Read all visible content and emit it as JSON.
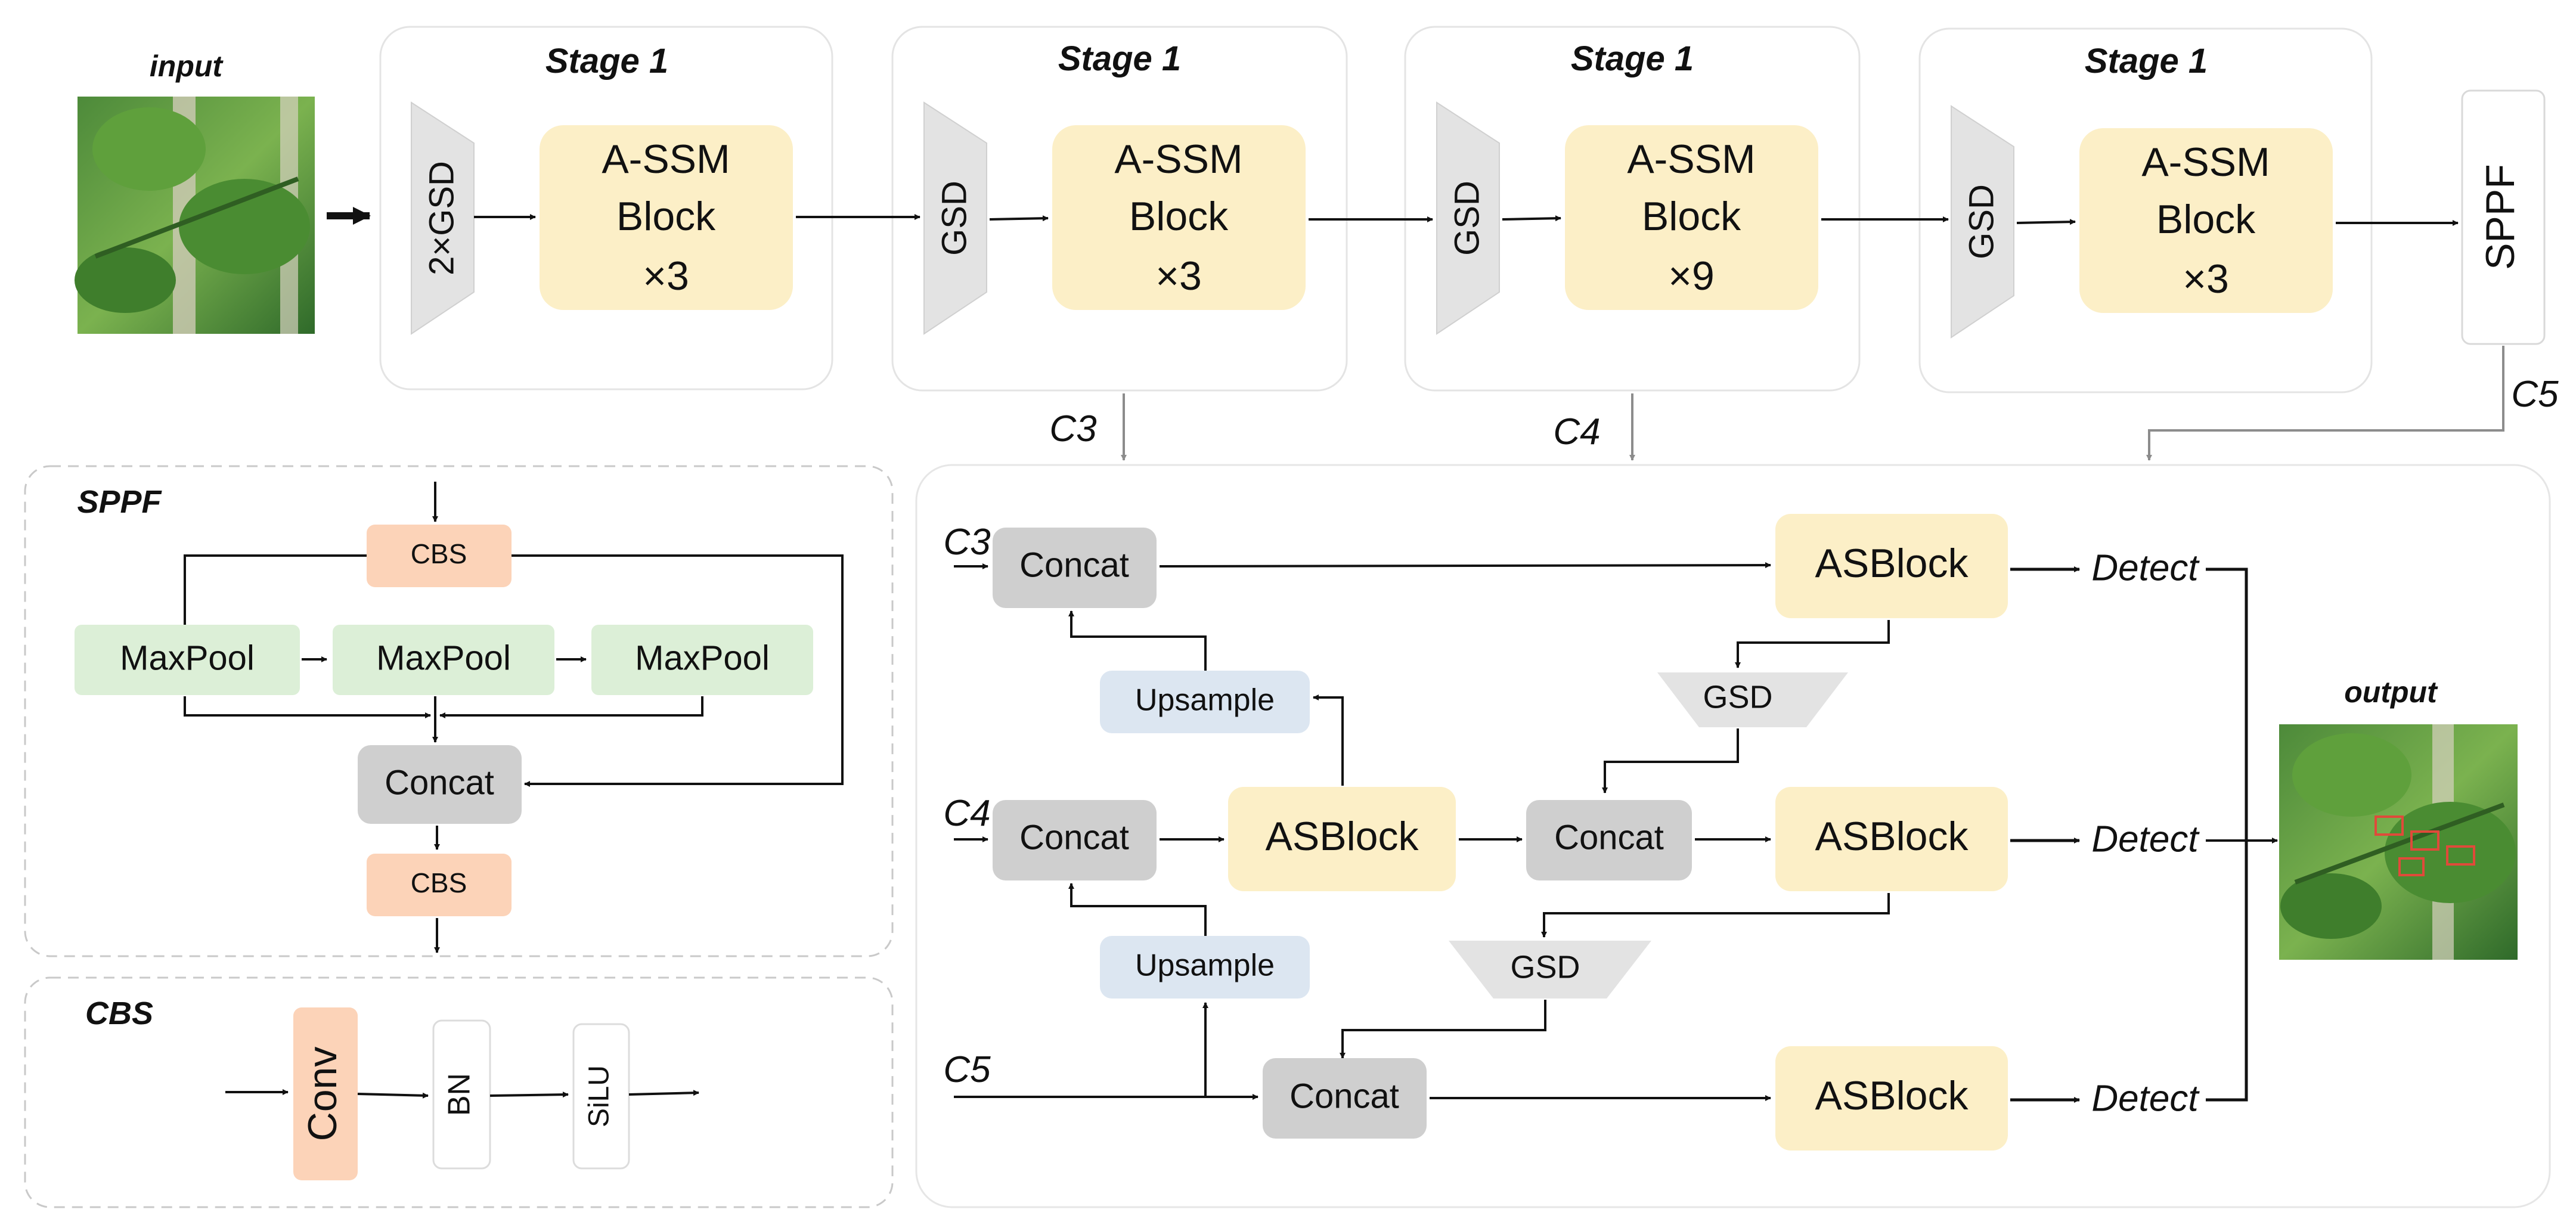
{
  "labels": {
    "input": "input",
    "output": "output",
    "stage_titles": [
      "Stage 1",
      "Stage 1",
      "Stage 1",
      "Stage 1"
    ],
    "downsample_first": "2×GSD",
    "downsample": "GSD",
    "assm_line1": "A-SSM",
    "assm_line2": "Block",
    "assm_repeats": [
      "×3",
      "×3",
      "×9",
      "×3"
    ],
    "sppf": "SPPF",
    "c3": "C3",
    "c4": "C4",
    "c5": "C5",
    "concat": "Concat",
    "asblock": "ASBlock",
    "upsample": "Upsample",
    "gsd": "GSD",
    "detect": "Detect",
    "sppf_title": "SPPF",
    "cbs_title": "CBS",
    "cbs": "CBS",
    "maxpool": "MaxPool",
    "conv": "Conv",
    "bn": "BN",
    "silu": "SiLU"
  },
  "colors": {
    "yellow_block": "#fcefc7",
    "orange_block": "#fcd3b8",
    "green_block": "#dcefd7",
    "gray_block": "#cfcfcf",
    "blue_block": "#dce6f1",
    "trapezoid": "#e3e3e3",
    "panel_border": "#d9d9d9",
    "arrow": "#111111",
    "arrow_gray": "#8c8c8c"
  }
}
